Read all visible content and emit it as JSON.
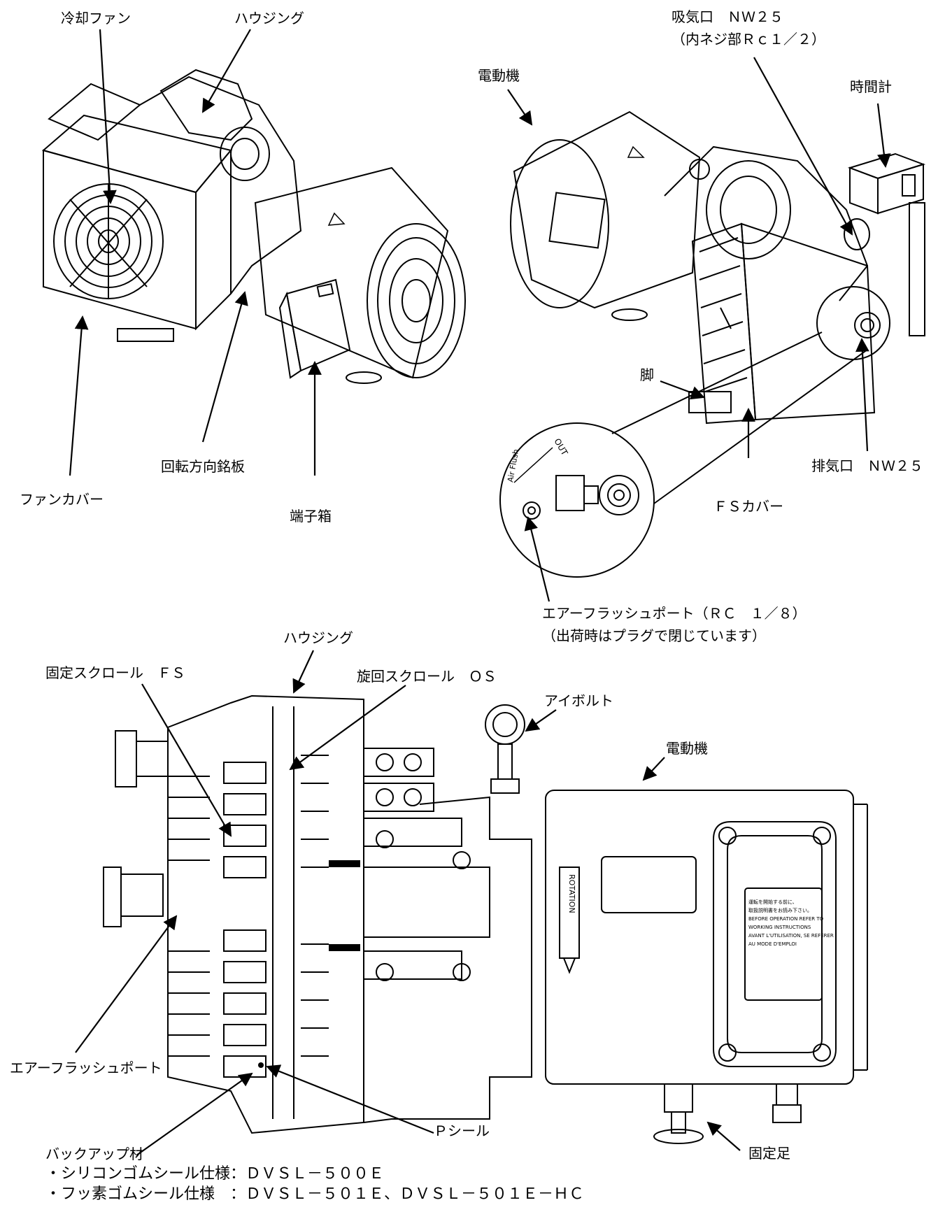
{
  "labels": {
    "cooling_fan": "冷却ファン",
    "housing_top": "ハウジング",
    "intake_port": "吸気口　ＮＷ２５",
    "intake_thread": "（内ネジ部Ｒｃ１／２）",
    "motor_top": "電動機",
    "hour_meter": "時間計",
    "fan_cover": "ファンカバー",
    "rotation_plate": "回転方向銘板",
    "terminal_box": "端子箱",
    "foot": "脚",
    "fs_cover": "ＦＳカバー",
    "exhaust_port": "排気口　ＮＷ２５",
    "air_flush_port_spec": "エアーフラッシュポート（ＲＣ　１／８）",
    "shipped_plugged": "（出荷時はプラグで閉じています）",
    "housing_section": "ハウジング",
    "fixed_scroll": "固定スクロール　ＦＳ",
    "orbiting_scroll": "旋回スクロール　ＯＳ",
    "eye_bolt": "アイボルト",
    "motor_section": "電動機",
    "air_flush_port": "エアーフラッシュポート",
    "p_seal": "Ｐシール",
    "fixed_foot": "固定足",
    "backup_material": "バックアップ材"
  },
  "specs": [
    "・シリコンゴムシール仕様：ＤＶＳＬ－５００Ｅ",
    "・フッ素ゴムシール仕様　：ＤＶＳＬ－５０１Ｅ、ＤＶＳＬ－５０１Ｅ－ＨＣ"
  ],
  "inset_text": {
    "out": "OUT",
    "air_flush": "Air Flush"
  },
  "motor_plate": {
    "rotation": "ROTATION"
  },
  "warning_label_lines": [
    "運転を開始する前に、",
    "取扱説明書をお読み下さい。",
    "BEFORE OPERATION REFER TO",
    "WORKING INSTRUCTIONS",
    "AVANT L'UTILISATION, SE REFERER",
    "AU MODE D'EMPLOI"
  ]
}
